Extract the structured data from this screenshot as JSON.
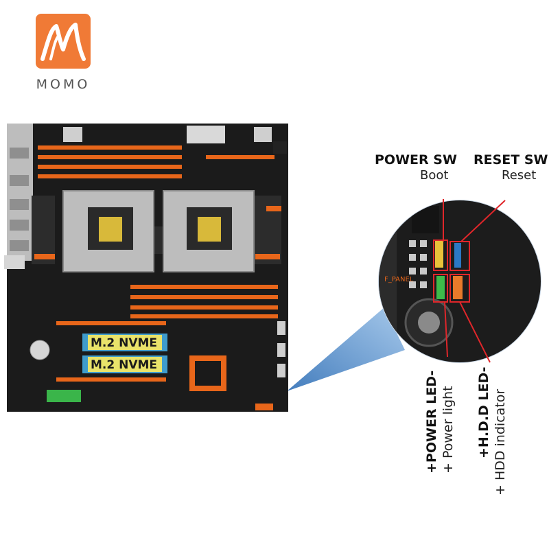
{
  "logo": {
    "text": "MOMO",
    "tile_color": "#f07a36"
  },
  "board": {
    "m2_slots": [
      {
        "label": "M.2  NVME"
      },
      {
        "label": "M.2  NVME"
      }
    ],
    "accent_color": "#e8661a"
  },
  "callouts": {
    "power_sw": {
      "title": "POWER SW",
      "subtitle": "Boot"
    },
    "reset_sw": {
      "title": "RESET SW",
      "subtitle": "Reset"
    },
    "power_led": {
      "title": "+POWER LED-",
      "subtitle": "+ Power light"
    },
    "hdd_led": {
      "title": "+H.D.D LED-",
      "subtitle": "+ HDD indicator"
    }
  },
  "indicator_color": "#e0262a"
}
